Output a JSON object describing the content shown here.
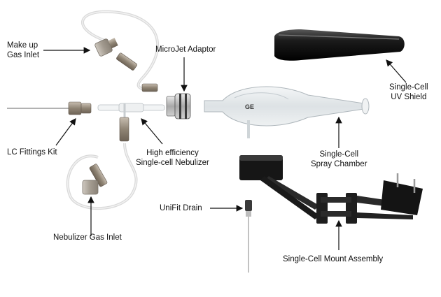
{
  "labels": {
    "makeup_gas_inlet": [
      "Make up",
      "Gas Inlet"
    ],
    "microjet_adaptor": "MicroJet Adaptor",
    "uv_shield": [
      "Single-Cell",
      "UV Shield"
    ],
    "lc_fittings_kit": "LC Fittings Kit",
    "nebulizer": [
      "High efficiency",
      "Single-cell Nebulizer"
    ],
    "spray_chamber": [
      "Single-Cell",
      "Spray Chamber"
    ],
    "unifit_drain": "UniFit Drain",
    "nebulizer_gas_inlet": "Nebulizer Gas Inlet",
    "mount_assembly": "Single-Cell Mount Assembly"
  },
  "chamber_logo": "GE",
  "colors": {
    "tube": "#d6d6d6",
    "fitting": "#9a8e80",
    "cap": "#b5aea4",
    "shield": "#1c1c1c",
    "mount": "#222222",
    "glass": "#e4e8ea"
  }
}
